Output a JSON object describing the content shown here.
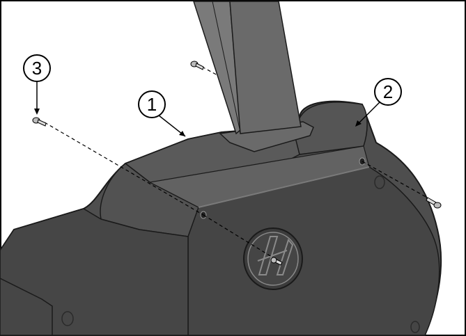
{
  "figure": {
    "callouts": [
      {
        "id": "callout-1",
        "label": "1"
      },
      {
        "id": "callout-2",
        "label": "2"
      },
      {
        "id": "callout-3",
        "label": "3"
      }
    ]
  },
  "colors": {
    "body_dark": "#4a4a4a",
    "body_mid": "#5c5c5c",
    "body_light": "#6e6e6e",
    "edge": "#1a1a1a",
    "background": "#ffffff"
  },
  "icons": [
    "screw-icon",
    "logo-emblem"
  ]
}
